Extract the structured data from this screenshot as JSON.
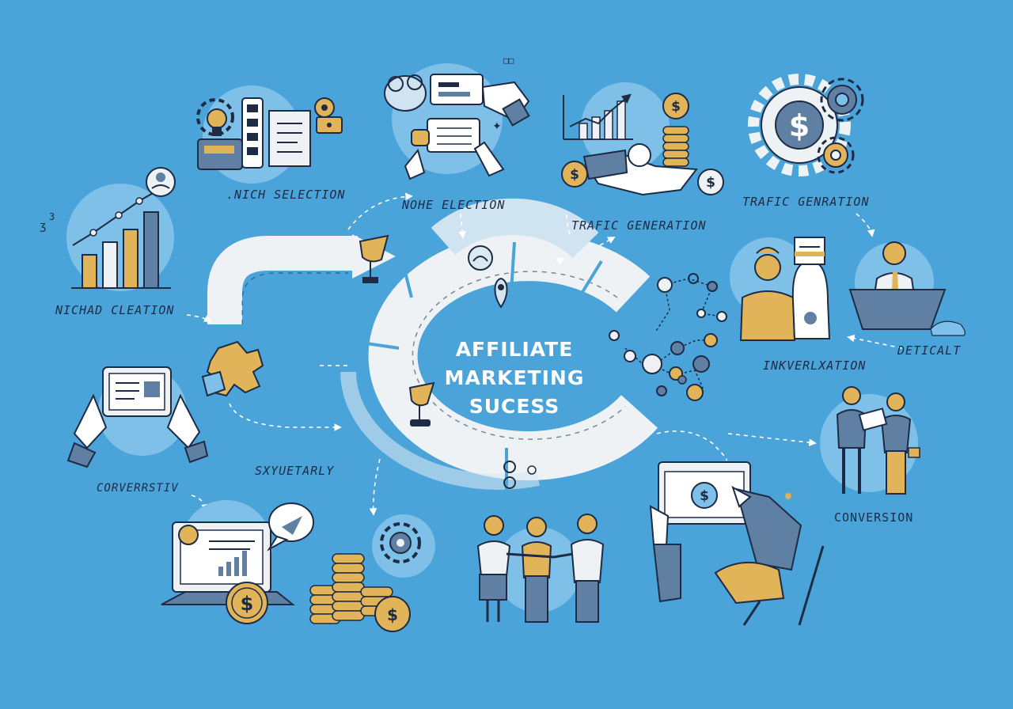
{
  "colors": {
    "background": "#4aa3d9",
    "ring": "#eef2f5",
    "ink": "#1d2b45",
    "gold": "#e2b45a",
    "steel": "#5f7fa3",
    "bubble": "#7ec0e8"
  },
  "title": {
    "line1": "AFFILIATE",
    "line2": "MARKETING",
    "line3": "SUCESS"
  },
  "labels": {
    "niche_selection_1": ".NICH SELECTION",
    "niche_election": "NOHE ELECTION",
    "traffic_generation_1": "TRAFIC GENRATION",
    "traffic_generation_2": "TRAFIC GENERATION",
    "nichad_cleation": "NICHAD CLEATION",
    "inkverlxation": "INKVERLXATION",
    "deticalt": "DETICALT",
    "sxyuetarly": "SXYUETARLY",
    "converrstiv": "CORVERRSTIV",
    "conversion": "CONVERSION"
  },
  "icons": [
    "gear-lightbulb-icon",
    "phone-icon",
    "document-icon",
    "lock-icon",
    "piggy-bank-icon",
    "ticket-icon",
    "tablet-hands-icon",
    "growth-chart-icon",
    "dollar-coin-icon",
    "coin-stack-icon",
    "handshake-icon",
    "gear-dollar-icon",
    "bar-chart-icon",
    "user-avatar-icon",
    "tablet-icon",
    "puzzle-icon",
    "laptop-icon",
    "chat-bubble-icon",
    "gear-icon",
    "team-icon",
    "presenter-icon",
    "clipboard-icon",
    "tablet-dollar-icon",
    "network-icon",
    "map-pin-icon",
    "badge-icon",
    "target-icon",
    "trophy-icon"
  ]
}
